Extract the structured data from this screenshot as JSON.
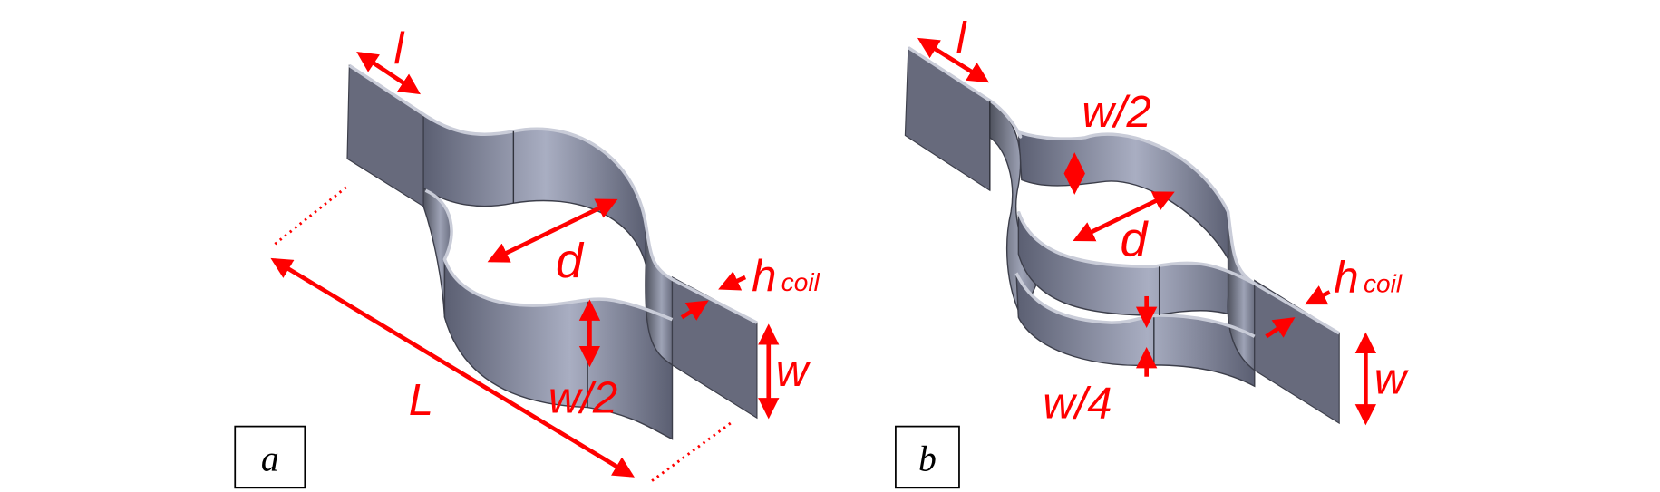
{
  "colors": {
    "annotation": "#ff0000",
    "metal": "#676a7c"
  },
  "panel_a": {
    "letter": "a",
    "labels": {
      "l": "l",
      "d": "d",
      "h": "h",
      "coil": "coil",
      "w_half": "w/2",
      "w": "w",
      "L": "L"
    }
  },
  "panel_b": {
    "letter": "b",
    "labels": {
      "l": "l",
      "w_half": "w/2",
      "d": "d",
      "h": "h",
      "coil": "coil",
      "w_quarter": "w/4",
      "w": "w"
    }
  }
}
